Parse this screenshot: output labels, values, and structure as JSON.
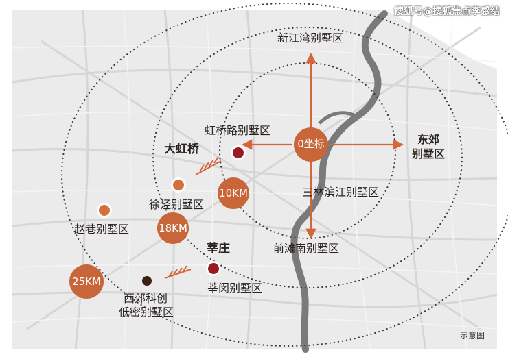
{
  "watermark": "搜狐号@搜狐焦点李感结",
  "note": "示意图",
  "center": {
    "label": "0坐标"
  },
  "rings": [
    {
      "label": "10KM"
    },
    {
      "label": "18KM"
    },
    {
      "label": "25KM"
    }
  ],
  "districts": {
    "north": "新江湾别墅区",
    "east_line1": "东郊",
    "east_line2": "别墅区",
    "hongqiao_road": "虹桥路别墅区",
    "da_hongqiao": "大虹桥",
    "xujing": "徐泾别墅区",
    "sanlin": "三林滨江别墅区",
    "zhaoxiang": "赵巷别墅区",
    "qiantan": "前滩南别墅区",
    "xinzhuang": "莘庄",
    "xinmin": "莘闵别墅区",
    "xijiao_line1": "西郊科创",
    "xijiao_line2": "低密别墅区"
  },
  "colors": {
    "ring_marker": "#c8663a",
    "arrow": "#d3663b",
    "dot_red": "#9b1b22",
    "dot_orange": "#d5703e",
    "dot_brown": "#3e1f14",
    "river": "#7a7a7a",
    "road": "#d7d7d7",
    "background": "#ebebeb"
  },
  "icons": [
    "north-arrow",
    "south-arrow",
    "east-arrow",
    "west-arrow",
    "chevron-arrow"
  ]
}
